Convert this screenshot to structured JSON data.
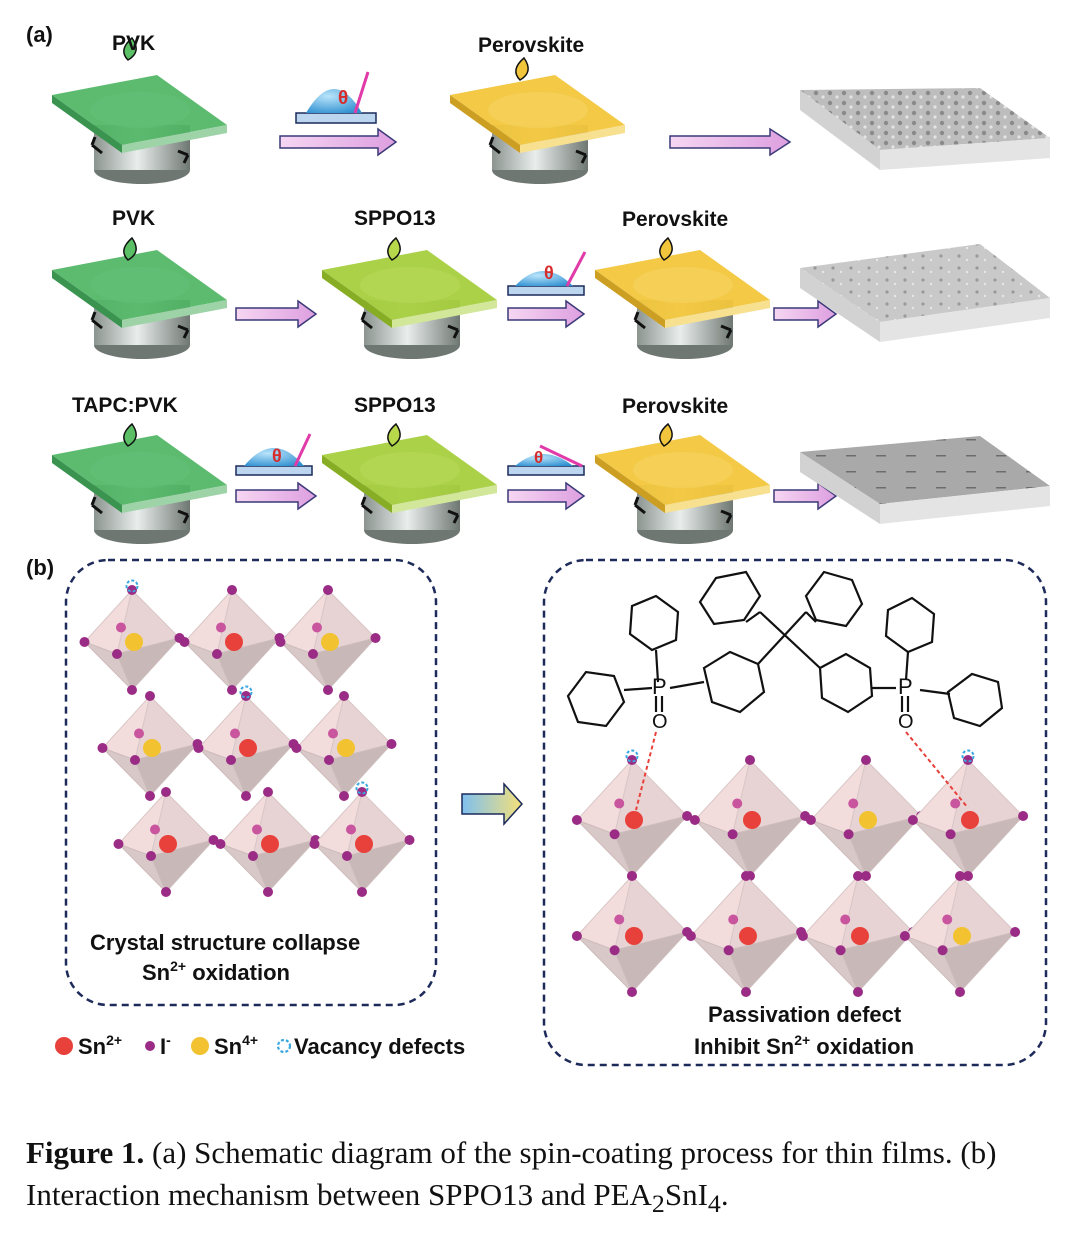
{
  "panel_a": {
    "label": "(a)",
    "row1": {
      "step1": "PVK",
      "step2": "Perovskite"
    },
    "row2": {
      "step1": "PVK",
      "step2": "SPPO13",
      "step3": "Perovskite"
    },
    "row3": {
      "step1": "TAPC:PVK",
      "step2": "SPPO13",
      "step3": "Perovskite"
    },
    "theta_symbol": "θ"
  },
  "panel_b": {
    "label": "(b)",
    "left_text_line1": "Crystal structure collapse",
    "left_text_line2_prefix": "Sn",
    "left_text_line2_sup": "2+",
    "left_text_line2_suffix": " oxidation",
    "right_text_line1": "Passivation defect",
    "right_text_line2_prefix": "Inhibit Sn",
    "right_text_line2_sup": "2+",
    "right_text_line2_suffix": " oxidation",
    "molecule_atoms": {
      "p": "P",
      "o": "O"
    },
    "legend": [
      {
        "symbol": "Sn",
        "sup": "2+",
        "color": "#e8403a"
      },
      {
        "symbol": "I",
        "sup": "-",
        "color": "#9b2c86"
      },
      {
        "symbol": "Sn",
        "sup": "4+",
        "color": "#f2c230"
      },
      {
        "symbol": "",
        "sup": "",
        "text": "Vacancy defects",
        "color": "#3aa7e0"
      }
    ]
  },
  "caption": {
    "label": "Figure 1.",
    "text1": " (a) Schematic diagram of the spin-coating process for thin films. (b) Interaction mechanism between SPPO13 and PEA",
    "sub1": "2",
    "text2": "SnI",
    "sub2": "4",
    "text3": "."
  },
  "colors": {
    "pvk_green": "#4fb564",
    "sppo_green": "#a6cf3e",
    "perovskite_yellow": "#f2c63c",
    "arrow_pink": "#e7a6e0",
    "octa_fill": "#f1d9d9",
    "box_border": "#1d2a5a"
  }
}
